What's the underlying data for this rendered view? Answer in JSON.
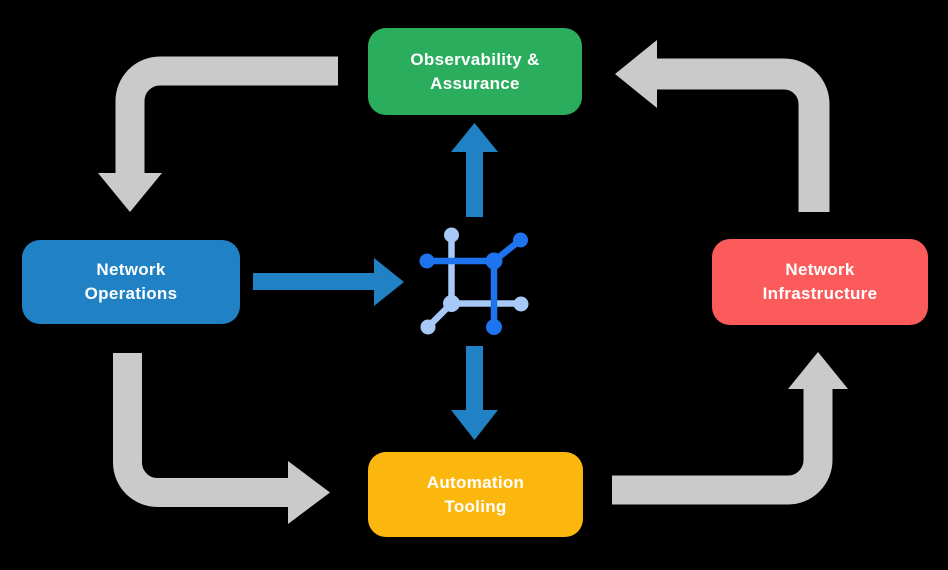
{
  "diagram": {
    "background_color": "#000000",
    "cycle_arrow_color": "#CACACA",
    "flow_arrow_color": "#2082C4",
    "nodes": [
      {
        "id": "observability-assurance",
        "label": "Observability & Assurance",
        "lines": [
          "Observability &",
          "Assurance"
        ],
        "color": "#2BAD5E",
        "text_color": "#FFFFFF"
      },
      {
        "id": "network-operations",
        "label": "Network Operations",
        "lines": [
          "Network",
          "Operations"
        ],
        "color": "#2082C4",
        "text_color": "#FFFFFF"
      },
      {
        "id": "network-infrastructure",
        "label": "Network Infrastructure",
        "lines": [
          "Network",
          "Infrastructure"
        ],
        "color": "#FC5B5B",
        "text_color": "#FFFFFF"
      },
      {
        "id": "automation-tooling",
        "label": "Automation Tooling",
        "lines": [
          "Automation",
          "Tooling"
        ],
        "color": "#FCB70F",
        "text_color": "#FFFFFF"
      }
    ],
    "center_icon": {
      "name": "network-automation-icon",
      "dark_color": "#1D74EE",
      "light_color": "#A6C9F8"
    },
    "cycle_flows": [
      {
        "from": "observability-assurance",
        "to": "network-operations"
      },
      {
        "from": "network-operations",
        "to": "automation-tooling"
      },
      {
        "from": "automation-tooling",
        "to": "network-infrastructure"
      },
      {
        "from": "network-infrastructure",
        "to": "observability-assurance"
      }
    ],
    "center_flows": [
      {
        "from": "network-operations",
        "to": "center-icon"
      },
      {
        "from": "center-icon",
        "to": "observability-assurance"
      },
      {
        "from": "center-icon",
        "to": "automation-tooling"
      }
    ]
  }
}
